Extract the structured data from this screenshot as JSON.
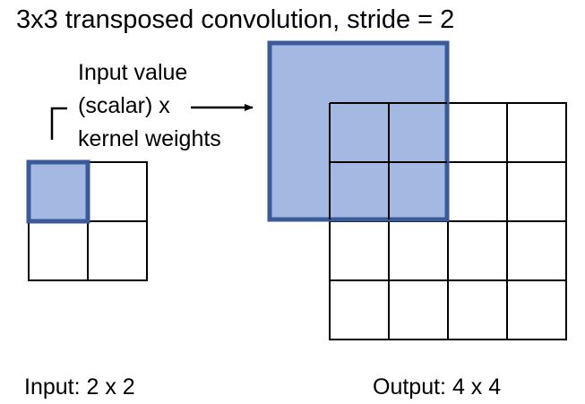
{
  "title": "3x3 transposed convolution, stride = 2",
  "annotation": {
    "lines": [
      "Input value",
      "(scalar) x",
      "kernel weights"
    ]
  },
  "input_grid": {
    "label": "Input: 2 x 2",
    "rows": 2,
    "cols": 2,
    "highlighted_cell": [
      0,
      0
    ]
  },
  "output_grid": {
    "label": "Output: 4 x 4",
    "rows": 4,
    "cols": 4
  },
  "kernel": {
    "size": 3,
    "stride": 2
  },
  "colors": {
    "highlight_fill": "#a3b9e1",
    "highlight_border": "#3b5b98",
    "grid_line": "#000000",
    "background": "#ffffff"
  }
}
